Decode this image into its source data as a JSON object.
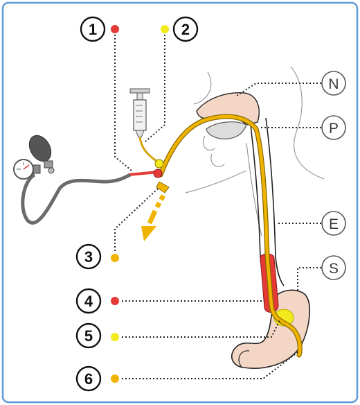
{
  "numbered_markers": [
    {
      "id": "1",
      "color": "#e53935"
    },
    {
      "id": "2",
      "color": "#f2ea1d"
    },
    {
      "id": "3",
      "color": "#f0b400"
    },
    {
      "id": "4",
      "color": "#e53935"
    },
    {
      "id": "5",
      "color": "#f2ea1d"
    },
    {
      "id": "6",
      "color": "#f0b400"
    }
  ],
  "letter_labels": [
    {
      "id": "N"
    },
    {
      "id": "P"
    },
    {
      "id": "E"
    },
    {
      "id": "S"
    }
  ],
  "colors": {
    "frame_border": "#5b9bd5",
    "tube_yellow": "#f0b400",
    "balloon_red": "#e53935",
    "balloon_yellow": "#f2ea1d",
    "tissue_pink": "#f4d6c6",
    "bulb_gray": "#555555",
    "hose_gray": "#6b6b6b"
  }
}
